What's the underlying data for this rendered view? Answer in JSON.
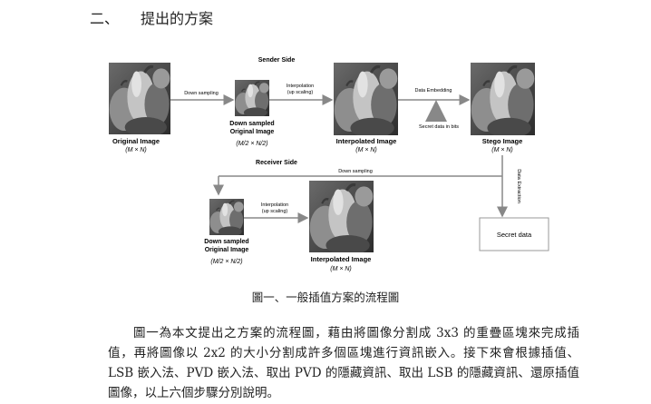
{
  "section": {
    "number": "二、",
    "title": "提出的方案"
  },
  "figure": {
    "sender_side": "Sender Side",
    "receiver_side": "Receiver Side",
    "original": {
      "title": "Original Image",
      "dims": "(M × N)"
    },
    "down_sampled_1": {
      "line1": "Down sampled",
      "line2": "Original Image",
      "dims": "(M/2 × N/2)"
    },
    "interpolated_1": {
      "title": "Interpolated Image",
      "dims": "(M × N)"
    },
    "stego": {
      "title": "Stego Image",
      "dims": "(M × N)"
    },
    "down_sampled_2": {
      "line1": "Down sampled",
      "line2": "Original Image",
      "dims": "(M/2 × N/2)"
    },
    "interpolated_2": {
      "title": "Interpolated Image",
      "dims": "(M × N)"
    },
    "arrows": {
      "down_sampling_1": "Down sampling",
      "interp_1_a": "Interpolation",
      "interp_1_b": "(up scaling)",
      "data_embedding": "Data Embedding",
      "secret_bits": "Secret data in bits",
      "down_sampling_2": "Down sampling",
      "data_extraction": "Data Extraction",
      "interp_2_a": "Interpolation",
      "interp_2_b": "(up scaling)"
    },
    "secret_box": "Secret data",
    "caption": "圖一、一般插值方案的流程圖"
  },
  "body": {
    "paragraph": "圖一為本文提出之方案的流程圖，藉由將圖像分割成 3x3 的重疊區塊來完成插值，再將圖像以 2x2 的大小分割成許多個區塊進行資訊嵌入。接下來會根據插值、LSB 嵌入法、PVD 嵌入法、取出 PVD 的隱藏資訊、取出 LSB 的隱藏資訊、還原插值圖像，以上六個步驟分別說明。"
  }
}
